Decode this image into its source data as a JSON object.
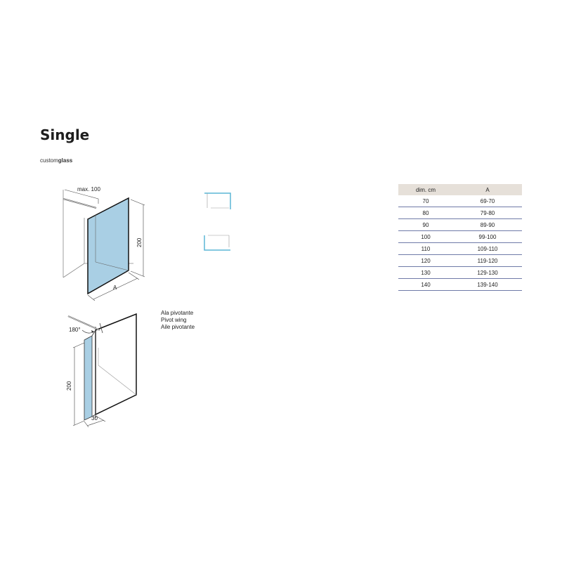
{
  "title": "Single",
  "brand": {
    "prefix": "custom",
    "suffix": "glass"
  },
  "diagram_top": {
    "max_label": "max. 100",
    "height_label": "200",
    "width_label": "A"
  },
  "diagram_bottom": {
    "angle_label": "180°",
    "height_label": "200",
    "depth_label": "30"
  },
  "pivot_labels": [
    "Ala pivotante",
    "Pivot wing",
    "Aile pivotante"
  ],
  "table": {
    "headers": [
      "dim. cm",
      "A"
    ],
    "rows": [
      [
        "70",
        "69-70"
      ],
      [
        "80",
        "79-80"
      ],
      [
        "90",
        "89-90"
      ],
      [
        "100",
        "99-100"
      ],
      [
        "110",
        "109-110"
      ],
      [
        "120",
        "119-120"
      ],
      [
        "130",
        "129-130"
      ],
      [
        "140",
        "139-140"
      ]
    ]
  },
  "colors": {
    "glass": "#a9cfe4",
    "frame": "#111111",
    "table_header": "#e6e0d9",
    "row_line": "#6f7aa8"
  }
}
